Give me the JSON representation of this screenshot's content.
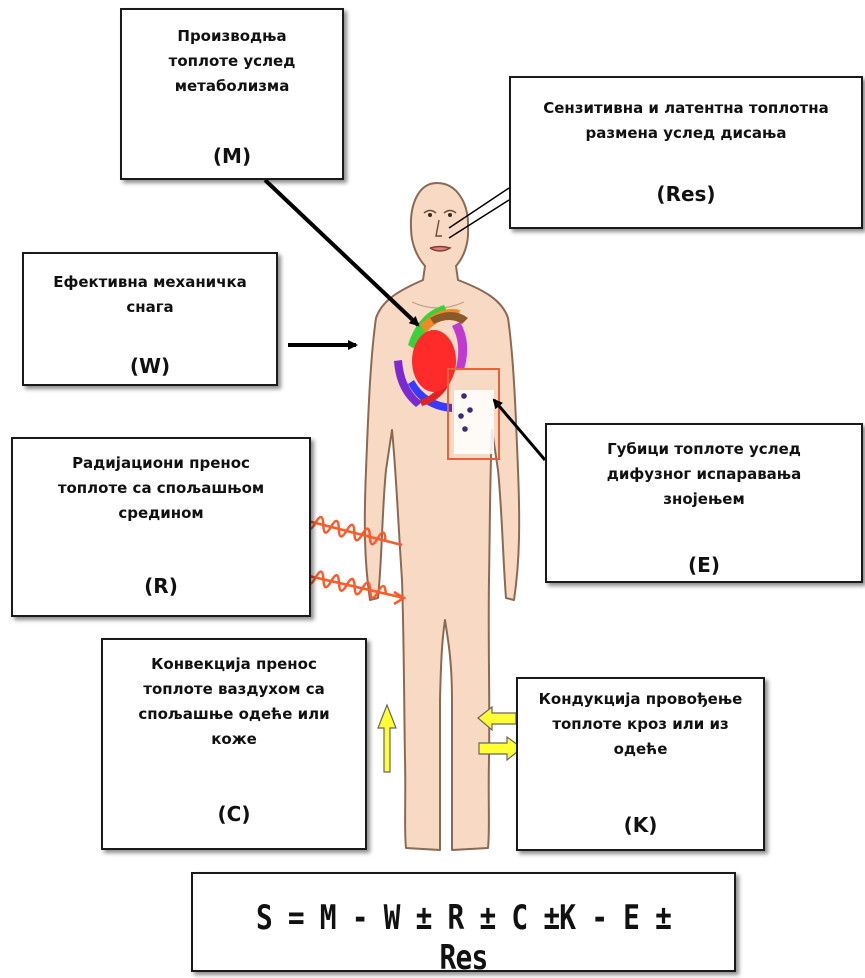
{
  "boxes": {
    "m": {
      "lines": [
        "Производња",
        "топлоте услед",
        "метаболизма"
      ],
      "symbol": "(M)"
    },
    "res": {
      "lines": [
        "Сензитивна и латентна топлотна",
        "размена услед дисања"
      ],
      "symbol": "(Res)"
    },
    "w": {
      "lines": [
        "Ефективна механичка",
        "снага"
      ],
      "symbol": "(W)"
    },
    "e": {
      "lines": [
        "Губици топлоте услед",
        "дифузног испаравања",
        "знојењем"
      ],
      "symbol": "(E)"
    },
    "r": {
      "lines": [
        "Радијациони пренос",
        "топлоте са спољашњом",
        "средином"
      ],
      "symbol": "(R)"
    },
    "c": {
      "lines": [
        "Конвекција пренос",
        "топлоте ваздухом са",
        "спољашње одеће или",
        "коже"
      ],
      "symbol": "(C)"
    },
    "k": {
      "lines": [
        "Кондукција провођење",
        "топлоте кроз или из",
        "одеће"
      ],
      "symbol": "(K)"
    }
  },
  "formula": "S = M  -  W  ±  R  ±  C  ±K - E ±  Res",
  "colors": {
    "skin": "#f7d9c4",
    "outline": "#8a6a55",
    "heart": "#ff2b2b",
    "radiation": "#ff5a2a",
    "arrow_yellow": "#ffff33",
    "sweat_box": "#e8613a"
  }
}
